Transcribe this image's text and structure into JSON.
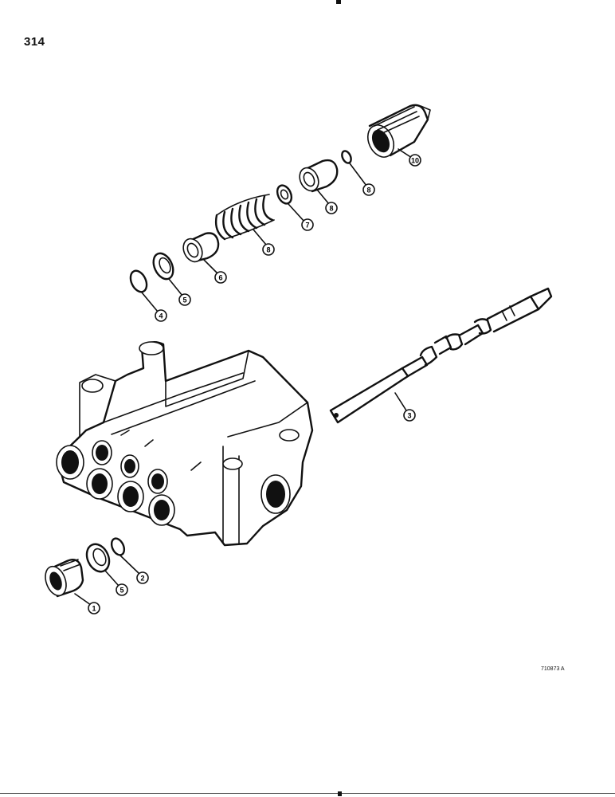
{
  "page": {
    "number": "314",
    "figure_code": "710873 A"
  },
  "callouts": [
    {
      "id": "c1",
      "label": "1"
    },
    {
      "id": "c2",
      "label": "2"
    },
    {
      "id": "c3",
      "label": "3"
    },
    {
      "id": "c4",
      "label": "4"
    },
    {
      "id": "c5a",
      "label": "5"
    },
    {
      "id": "c5b",
      "label": "5"
    },
    {
      "id": "c6",
      "label": "6"
    },
    {
      "id": "c7",
      "label": "7"
    },
    {
      "id": "c8a",
      "label": "8"
    },
    {
      "id": "c8b",
      "label": "8"
    },
    {
      "id": "c9",
      "label": "8"
    },
    {
      "id": "c10",
      "label": "10"
    }
  ]
}
